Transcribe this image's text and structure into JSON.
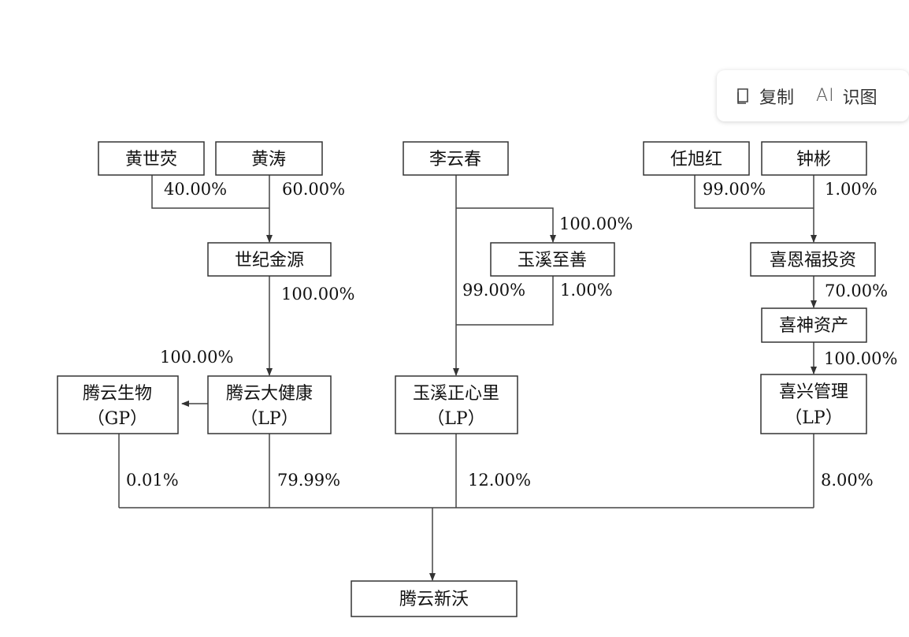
{
  "toolbar": {
    "copy_label": "复制",
    "ai_mark": "AI",
    "ai_label": "识图"
  },
  "entities": {
    "huang_shirong": "黄世荧",
    "huang_tao": "黄涛",
    "li_yunchun": "李云春",
    "ren_xuhong": "任旭红",
    "zhong_bin": "钟彬",
    "shiji_jinyuan": "世纪金源",
    "yuxi_zhishan": "玉溪至善",
    "xienfu": "喜恩福投资",
    "xishen": "喜神资产",
    "tengyun_bio": [
      "腾云生物",
      "（GP）"
    ],
    "tengyun_health": [
      "腾云大健康",
      "（LP）"
    ],
    "yuxi_zhengxinli": [
      "玉溪正心里",
      "（LP）"
    ],
    "xixing": [
      "喜兴管理",
      "（LP）"
    ],
    "tengyun_xinwo": "腾云新沃"
  },
  "edges": {
    "hsr_to_sjjy": "40.00%",
    "ht_to_sjjy": "60.00%",
    "sjjy_to_health": "100.00%",
    "health_to_bio": "100.00%",
    "lyc_to_zhishan": "100.00%",
    "lyc_to_zxl": "99.00%",
    "zhishan_to_zxl": "1.00%",
    "rxh_to_xef": "99.00%",
    "zb_to_xef": "1.00%",
    "xef_to_xishen": "70.00%",
    "xishen_to_xixing": "100.00%",
    "bio_to_xinwo": "0.01%",
    "health_to_xinwo": "79.99%",
    "zxl_to_xinwo": "12.00%",
    "xixing_to_xinwo": "8.00%"
  },
  "icons": {
    "copy": "copy-icon"
  }
}
